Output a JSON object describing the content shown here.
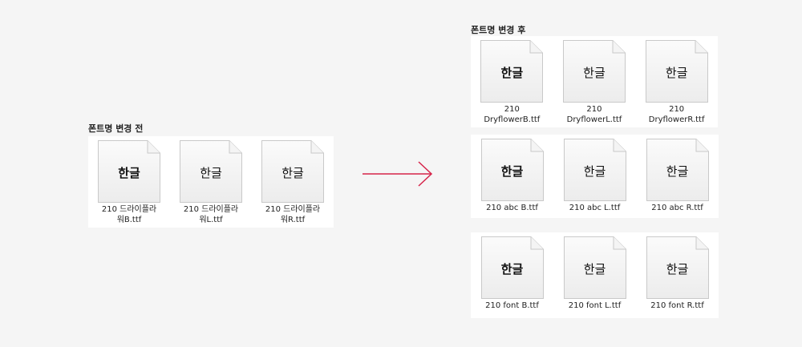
{
  "before": {
    "title": "폰트명 변경 전",
    "files": [
      {
        "name": "210 드라이플라\n워B.ttf",
        "preview": "한글",
        "bold": true
      },
      {
        "name": "210 드라이플라\n워L.ttf",
        "preview": "한글",
        "bold": false
      },
      {
        "name": "210 드라이플라\n워R.ttf",
        "preview": "한글",
        "bold": false
      }
    ]
  },
  "after": {
    "title": "폰트명 변경 후",
    "groups": [
      [
        {
          "name": "210\nDryflowerB.ttf",
          "preview": "한글",
          "bold": true
        },
        {
          "name": "210\nDryflowerL.ttf",
          "preview": "한글",
          "bold": false
        },
        {
          "name": "210\nDryflowerR.ttf",
          "preview": "한글",
          "bold": false
        }
      ],
      [
        {
          "name": "210 abc B.ttf",
          "preview": "한글",
          "bold": true
        },
        {
          "name": "210 abc L.ttf",
          "preview": "한글",
          "bold": false
        },
        {
          "name": "210 abc R.ttf",
          "preview": "한글",
          "bold": false
        }
      ],
      [
        {
          "name": "210 font B.ttf",
          "preview": "한글",
          "bold": true
        },
        {
          "name": "210 font L.ttf",
          "preview": "한글",
          "bold": false
        },
        {
          "name": "210 font R.ttf",
          "preview": "한글",
          "bold": false
        }
      ]
    ]
  },
  "arrow_color": "#d6244a"
}
